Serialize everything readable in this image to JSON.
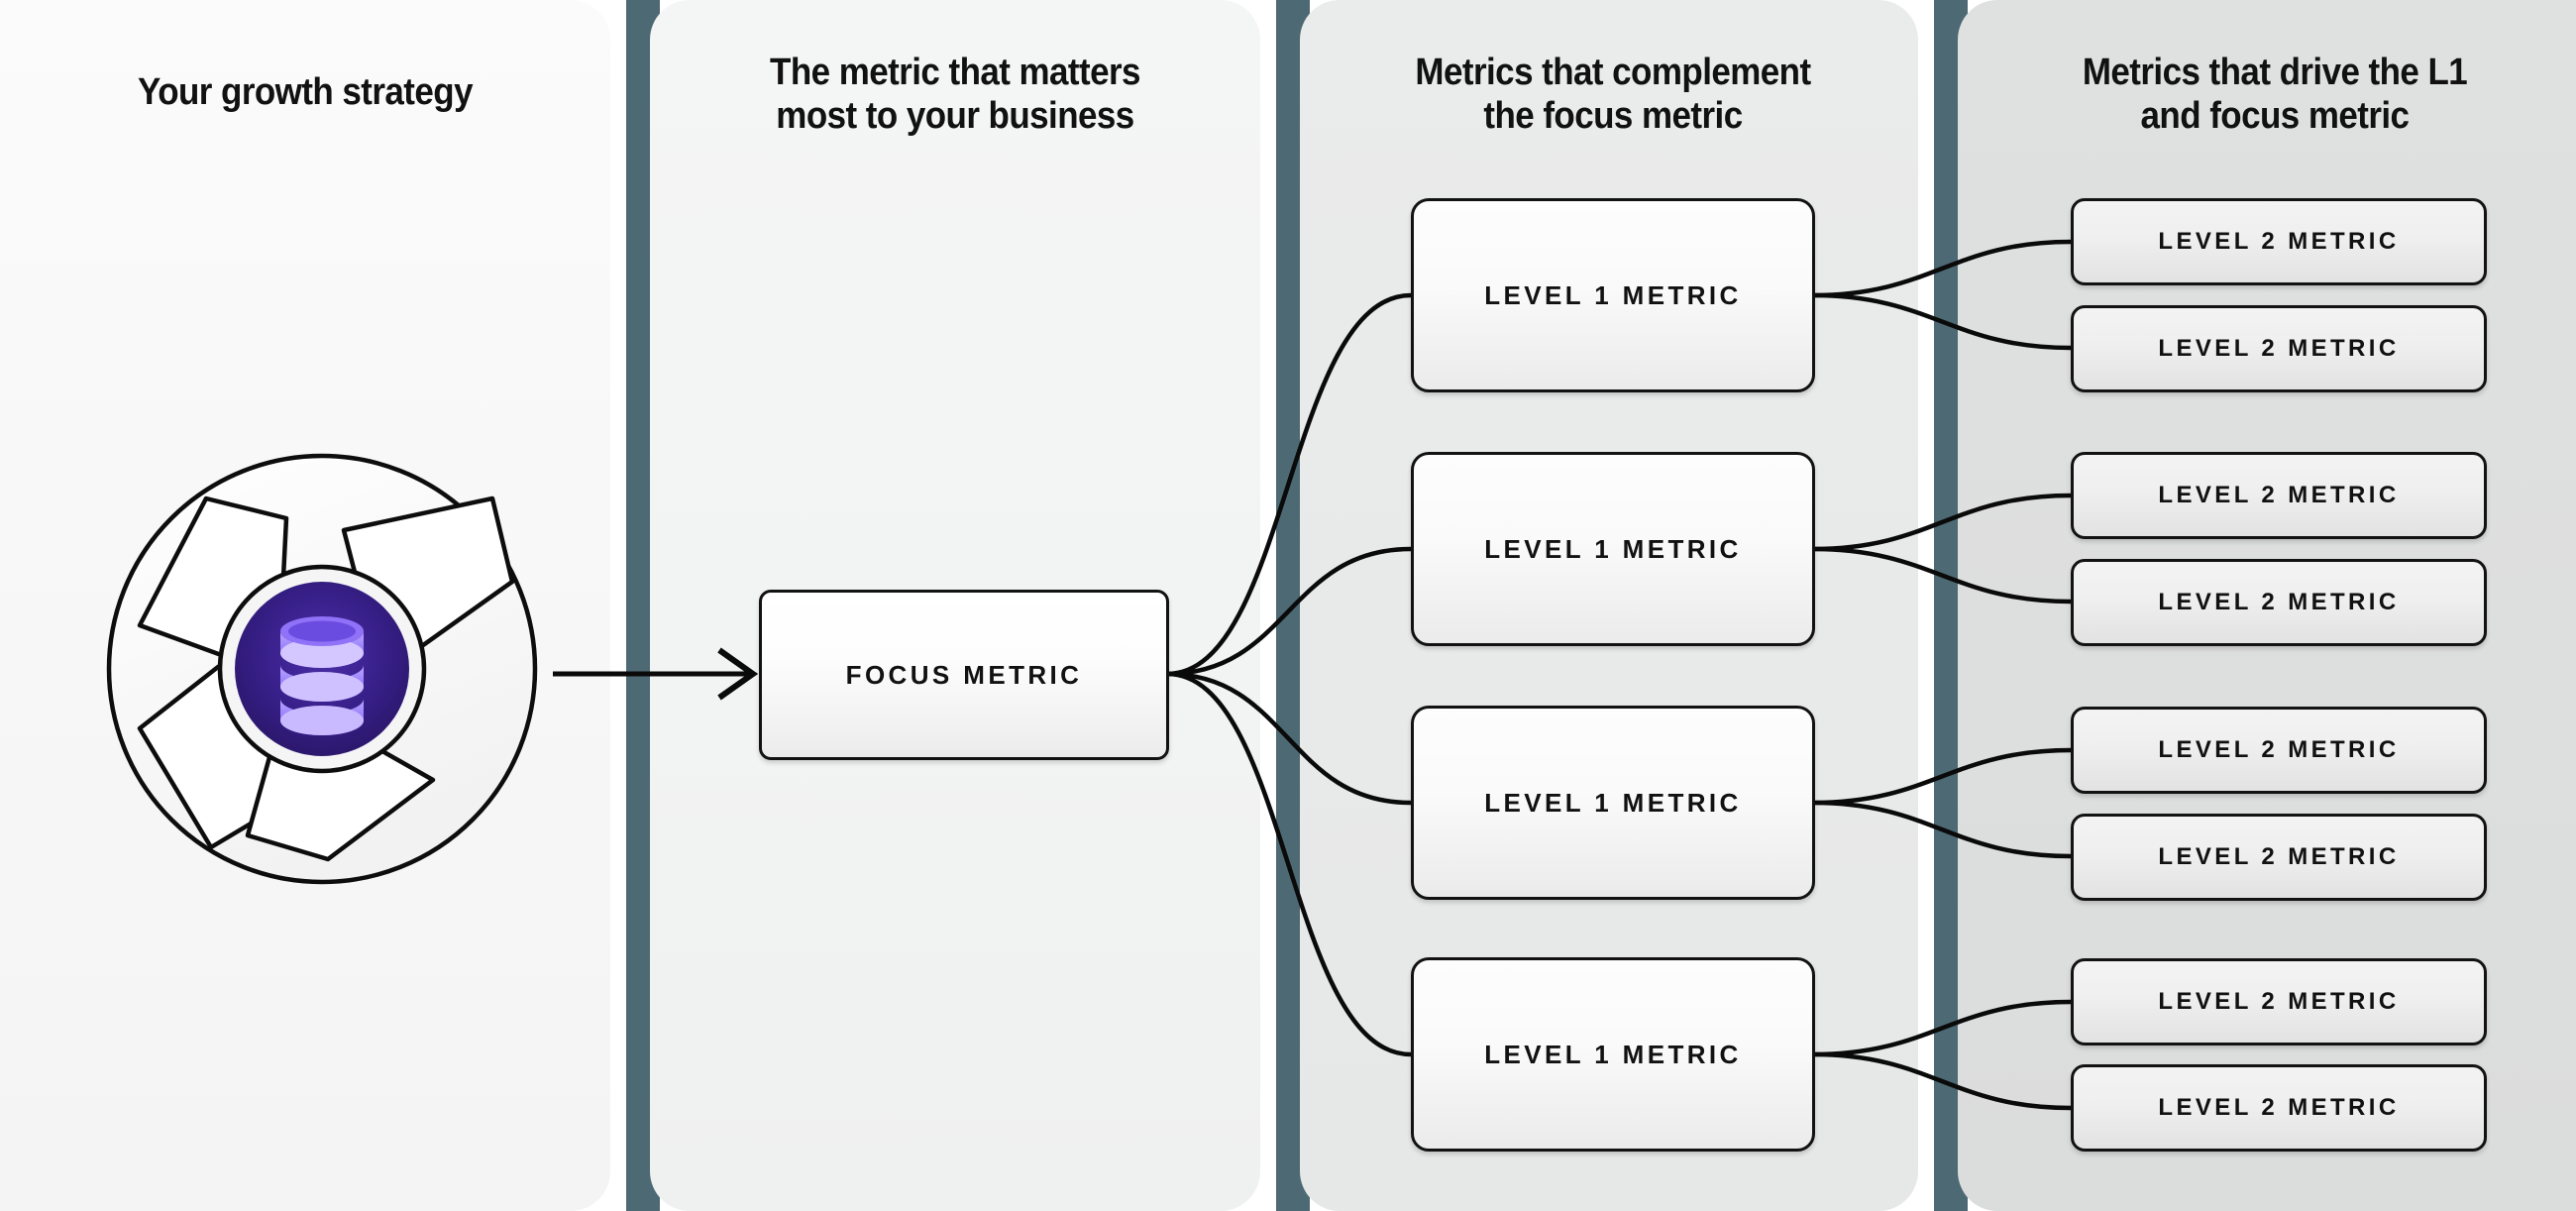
{
  "diagram": {
    "title": "Metrics hierarchy: growth strategy to focus metric to level 1 and level 2 metrics",
    "accent_divider_color": "#4d6a74",
    "node_border_color": "#121212",
    "emblem_color": "#3b1f8f"
  },
  "columns": [
    {
      "id": "growth-strategy",
      "title": "Your growth strategy",
      "panel_color": "#f8f8f8"
    },
    {
      "id": "focus-metric",
      "title": "The metric that matters\nmost to your business",
      "title_line_1": "The metric that matters",
      "title_line_2": "most to your business",
      "panel_color": "#f2f3f3"
    },
    {
      "id": "level-1-metrics",
      "title": "Metrics that complement\nthe focus metric",
      "title_line_1": "Metrics that complement",
      "title_line_2": "the focus metric",
      "panel_color": "#e8e9e9"
    },
    {
      "id": "level-2-metrics",
      "title": "Metrics that drive the L1\nand focus metric",
      "title_line_1": "Metrics that drive the L1",
      "title_line_2": "and focus metric",
      "panel_color": "#dddede"
    }
  ],
  "emblem": {
    "name": "growth-strategy-pinwheel",
    "center_icon": "database-icon",
    "ring_fill": "#f7f7f7",
    "core_fill": "#2e1b73",
    "disc_fill": "#8b6ef5"
  },
  "nodes": {
    "focus": {
      "label": "FOCUS METRIC"
    },
    "level1": [
      {
        "label": "LEVEL 1 METRIC"
      },
      {
        "label": "LEVEL 1 METRIC"
      },
      {
        "label": "LEVEL 1 METRIC"
      },
      {
        "label": "LEVEL 1 METRIC"
      }
    ],
    "level2": [
      {
        "label": "LEVEL 2 METRIC"
      },
      {
        "label": "LEVEL 2 METRIC"
      },
      {
        "label": "LEVEL 2 METRIC"
      },
      {
        "label": "LEVEL 2 METRIC"
      },
      {
        "label": "LEVEL 2 METRIC"
      },
      {
        "label": "LEVEL 2 METRIC"
      },
      {
        "label": "LEVEL 2 METRIC"
      },
      {
        "label": "LEVEL 2 METRIC"
      }
    ]
  }
}
